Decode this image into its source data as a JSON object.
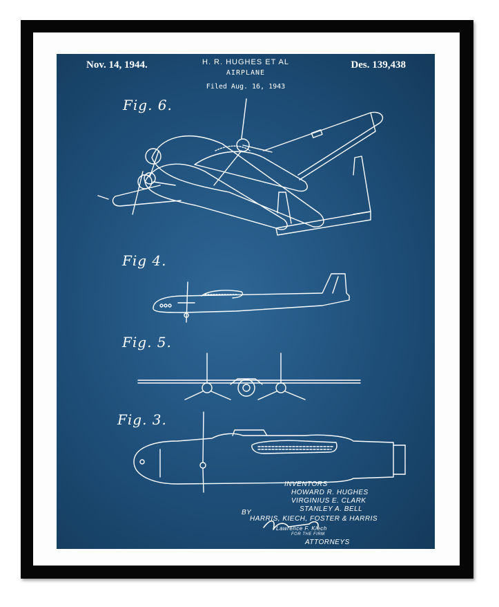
{
  "header": {
    "date": "Nov. 14, 1944.",
    "inventor_line": "H. R. HUGHES ET AL",
    "title": "AIRPLANE",
    "filed": "Filed Aug. 16, 1943",
    "design_number": "Des. 139,438"
  },
  "figures": {
    "fig6": "Fig. 6.",
    "fig4": "Fig 4.",
    "fig5": "Fig. 5.",
    "fig3": "Fig. 3."
  },
  "credits": {
    "inventors_heading": "INVENTORS",
    "inventors": [
      "HOWARD R. HUGHES",
      "VIRGINIUS E. CLARK",
      "STANLEY A. BELL"
    ],
    "by": "BY",
    "firm": "HARRIS, KIECH, FOSTER & HARRIS",
    "signature": "Lawrence F. Kiech",
    "for_the_firm": "FOR THE FIRM",
    "attorneys": "ATTORNEYS"
  },
  "colors": {
    "frame": "#060606",
    "mat": "#fdfdfd",
    "blueprint": "#1e4e78",
    "ink": "#ffffff"
  }
}
